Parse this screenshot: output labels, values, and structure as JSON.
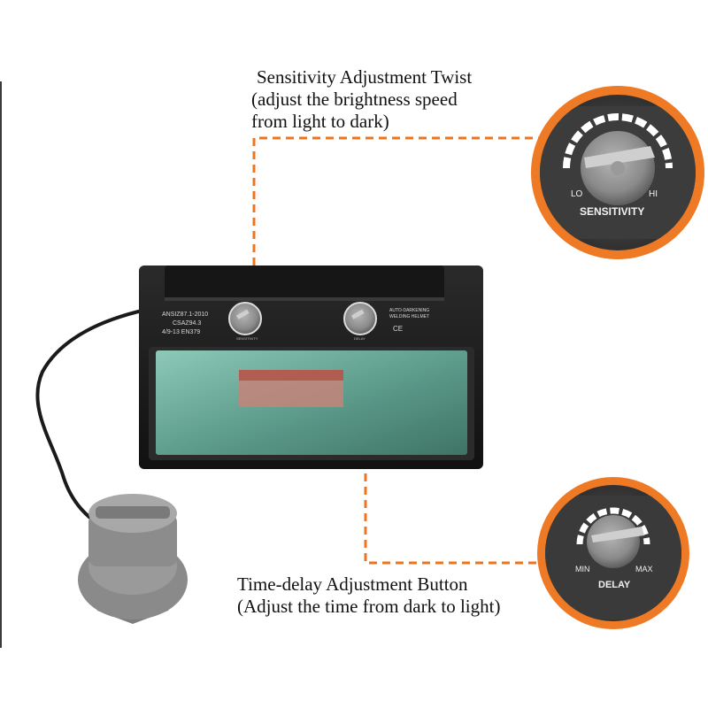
{
  "captions": {
    "sensitivity": {
      "title": "Sensitivity Adjustment Twist",
      "line2": "(adjust the brightness speed",
      "line3": "from light to dark)"
    },
    "delay": {
      "title": "Time-delay Adjustment Button",
      "line2": "(Adjust the time from dark to light)"
    }
  },
  "filter_panel": {
    "standards_line1": "ANSIZ87.1-2010",
    "standards_line2": "CSAZ94.3",
    "standards_line3": "4/9-13 EN379",
    "brand_line1": "AUTO-DARKENING",
    "brand_line2": "WELDING HELMET",
    "marks": "CE",
    "knob_left_label": "SENSITIVITY",
    "knob_right_label": "DELAY"
  },
  "callout_sensitivity": {
    "lo": "LO",
    "hi": "HI",
    "label": "SENSITIVITY"
  },
  "callout_delay": {
    "min": "MIN",
    "max": "MAX",
    "label": "DELAY"
  },
  "colors": {
    "accent_orange": "#f0731e",
    "panel_black": "#1c1c1c",
    "lens_green": "#6aa89a",
    "knob_gray": "#8f8f8f"
  }
}
